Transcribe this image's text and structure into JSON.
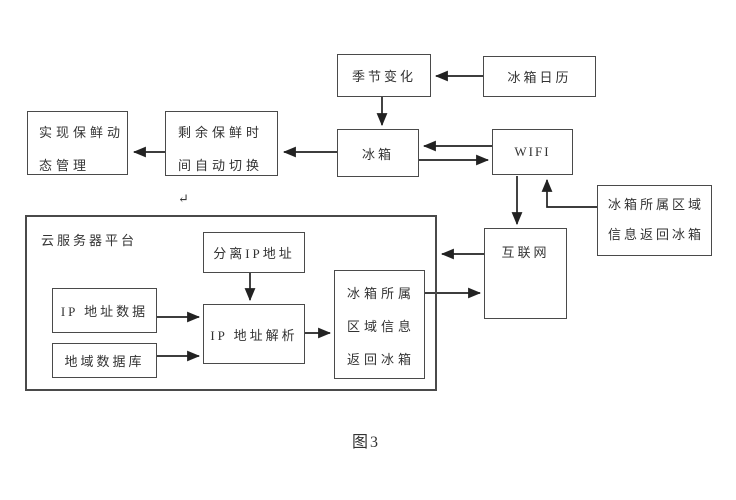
{
  "figure": {
    "caption": "图3",
    "colors": {
      "background": "#ffffff",
      "box_border": "#4a4a4a",
      "arrow": "#222222",
      "text": "#333333"
    }
  },
  "nodes": {
    "fresh_mgmt": "实现保鲜动态管理",
    "remain_time": "剩余保鲜时间自动切换↵",
    "season_change": "季节变化",
    "fridge_calendar": "冰箱日历",
    "fridge": "冰箱",
    "wifi": "WIFI",
    "internet": "互联网",
    "region_info_right": "冰箱所属区域信息返回冰箱",
    "cloud_platform": "云服务器平台",
    "split_ip": "分离IP地址",
    "ip_data": "IP 地址数据",
    "region_db": "地域数据库",
    "ip_parse": "IP 地址解析",
    "region_info_inner": "冰箱所属区域信息返回冰箱"
  },
  "edges": [
    {
      "from": "冰箱日历",
      "to": "季节变化"
    },
    {
      "from": "季节变化",
      "to": "冰箱"
    },
    {
      "from": "WIFI",
      "to": "冰箱"
    },
    {
      "from": "冰箱",
      "to": "WIFI"
    },
    {
      "from": "冰箱",
      "to": "剩余保鲜时间自动切换"
    },
    {
      "from": "剩余保鲜时间自动切换",
      "to": "实现保鲜动态管理"
    },
    {
      "from": "WIFI",
      "to": "互联网"
    },
    {
      "from": "冰箱所属区域信息返回冰箱(右)",
      "to": "WIFI"
    },
    {
      "from": "互联网",
      "to": "云服务器平台"
    },
    {
      "from": "冰箱所属区域信息返回冰箱(内)",
      "to": "互联网"
    },
    {
      "from": "分离IP地址",
      "to": "IP 地址解析"
    },
    {
      "from": "IP 地址数据",
      "to": "IP 地址解析"
    },
    {
      "from": "地域数据库",
      "to": "IP 地址解析"
    },
    {
      "from": "IP 地址解析",
      "to": "冰箱所属区域信息返回冰箱(内)"
    }
  ]
}
